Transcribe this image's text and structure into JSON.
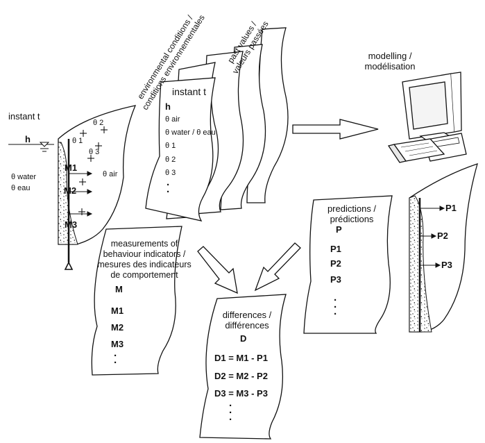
{
  "left_dam": {
    "title": "instant t",
    "h": "h",
    "theta_water": "θ water",
    "theta_eau": "θ eau",
    "theta_air": "θ air",
    "theta1": "θ 1",
    "theta2": "θ 2",
    "theta3": "θ 3",
    "m1": "M1",
    "m2": "M2",
    "m3": "M3"
  },
  "stack": {
    "env_line1": "environmental conditions /",
    "env_line2": "conditions environnementales",
    "past_line1": "past values /",
    "past_line2": "valeurs passées",
    "front_title": "instant   t",
    "rows": [
      "h",
      "θ air",
      "θ water / θ eau",
      "θ 1",
      "θ 2",
      "θ 3"
    ],
    "dots": "·\n·"
  },
  "computer": {
    "label_line1": "modelling  /",
    "label_line2": "modélisation"
  },
  "measurements": {
    "line1": "measurements of",
    "line2": "behaviour indicators  /",
    "line3": "mesures des indicateurs",
    "line4": "de comportement",
    "symbol": "M",
    "rows": [
      "M1",
      "M2",
      "M3"
    ],
    "dots": "·\n·"
  },
  "predictions": {
    "line1": "predictions  /",
    "line2": "prédictions",
    "symbol": "P",
    "rows": [
      "P1",
      "P2",
      "P3"
    ],
    "dots": "·\n·\n·"
  },
  "right_dam": {
    "p1": "P1",
    "p2": "P2",
    "p3": "P3"
  },
  "differences": {
    "line1": "differences  /",
    "line2": "différences",
    "symbol": "D",
    "rows": [
      "D1 = M1 - P1",
      "D2 = M2 - P2",
      "D3 = M3 - P3"
    ],
    "dots": "·\n·\n·"
  }
}
